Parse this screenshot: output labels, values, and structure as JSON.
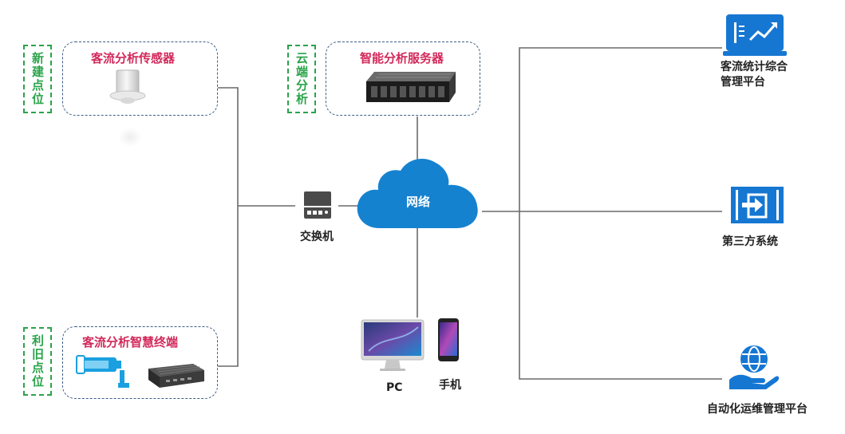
{
  "tags": {
    "new_site": "新建点位",
    "cloud_analysis": "云端分析",
    "reuse_site": "利旧点位"
  },
  "panels": {
    "sensor_title": "客流分析传感器",
    "server_title": "智能分析服务器",
    "terminal_title": "客流分析智慧终端"
  },
  "nodes": {
    "switch": "交换机",
    "network": "网络",
    "pc": "PC",
    "phone": "手机"
  },
  "targets": {
    "stats_platform_line1": "客流统计综合",
    "stats_platform_line2": "管理平台",
    "third_party": "第三方系统",
    "ops_platform": "自动化运维管理平台"
  },
  "colors": {
    "tag_green": "#2aa34a",
    "title_red": "#d2295b",
    "box_border": "#3e5f86",
    "cloud_blue": "#1582cf",
    "icon_blue": "#1677d2",
    "line_gray": "#666666"
  },
  "icons": {
    "sensor": "people-counter-sensor-icon",
    "server": "rack-server-icon",
    "camera": "cctv-camera-icon",
    "terminal": "edge-box-icon",
    "switch": "network-switch-icon",
    "pc": "desktop-computer-icon",
    "phone": "smartphone-icon",
    "stats": "analytics-laptop-icon",
    "third_party": "gateway-door-icon",
    "ops": "globe-hand-icon"
  }
}
